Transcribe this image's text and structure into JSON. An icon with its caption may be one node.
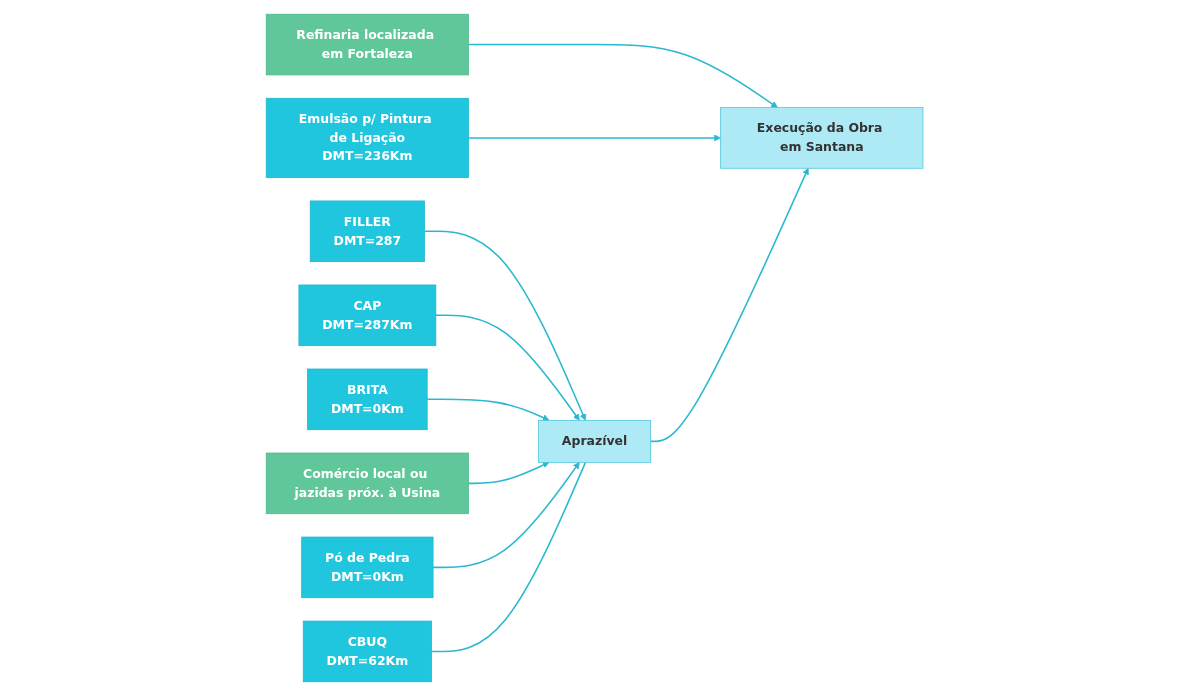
{
  "diagram": {
    "nodes": [
      {
        "text": [
          "FILLER",
          "DMT=287"
        ]
      },
      {
        "text": [
          "CAP",
          "DMT=287Km"
        ]
      },
      {
        "text": [
          "Refinaria localizada em Fortaleza"
        ]
      },
      {
        "text": [
          "Emulsão p/ Pintura de Ligação",
          "DMT=236Km"
        ]
      },
      {
        "text": [
          "Aprazível"
        ]
      },
      {
        "text": [
          "Execução da Obra em Santana"
        ]
      },
      {
        "text": [
          "BRITA",
          "DMT=0Km"
        ]
      },
      {
        "text": [
          "Comércio local ou jazidas próx. à Usina"
        ]
      },
      {
        "text": [
          "Pó de Pedra",
          "DMT=0Km"
        ]
      },
      {
        "text": [
          "CBUQ",
          "DMT=62Km"
        ]
      }
    ],
    "edges": [
      {
        "from": 0,
        "to": 4,
        "arrow": "to"
      },
      {
        "from": 1,
        "to": 4,
        "arrow": "to"
      },
      {
        "from": 2,
        "to": 5,
        "arrow": "to"
      },
      {
        "from": 3,
        "to": 5,
        "arrow": "to"
      },
      {
        "from": 6,
        "to": 4,
        "arrow": "to"
      },
      {
        "from": 7,
        "to": 4,
        "arrow": "to"
      },
      {
        "from": 8,
        "to": 4,
        "arrow": "to"
      },
      {
        "from": 4,
        "to": 5,
        "arrow": "to"
      },
      {
        "from": 9,
        "to": 4,
        "arrow": "none"
      }
    ]
  }
}
